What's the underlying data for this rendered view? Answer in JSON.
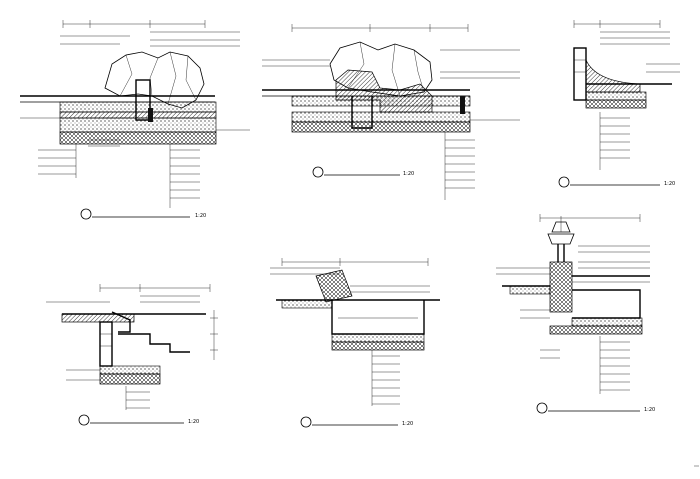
{
  "sheet": {
    "background": "#ffffff",
    "line_color": "#000000"
  },
  "details": [
    {
      "id": "A",
      "title": "",
      "scale": "1:20"
    },
    {
      "id": "B",
      "title": "",
      "scale": "1:20"
    },
    {
      "id": "C",
      "title": "",
      "scale": "1:20"
    },
    {
      "id": "D",
      "title": "",
      "scale": "1:20"
    },
    {
      "id": "E",
      "title": "",
      "scale": "1:20"
    },
    {
      "id": "F",
      "title": "",
      "scale": "1:20"
    }
  ]
}
